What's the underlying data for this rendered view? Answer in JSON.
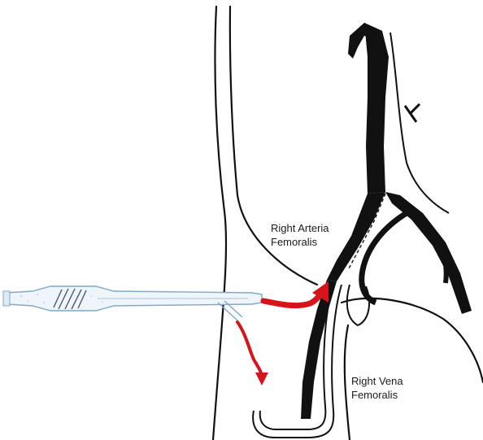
{
  "labels": {
    "artery": [
      "Right Arteria",
      "Femoralis"
    ],
    "vein": [
      "Right Vena",
      "Femoralis"
    ]
  },
  "colors": {
    "outline": "#111111",
    "vessel_fill": "#111111",
    "flow_arrow": "#d7141c",
    "cannula_stroke": "#7fa8c9",
    "cannula_fill": "#eef5fb"
  },
  "icons": [
    "cannula-icon",
    "flow-arrow-icon"
  ]
}
